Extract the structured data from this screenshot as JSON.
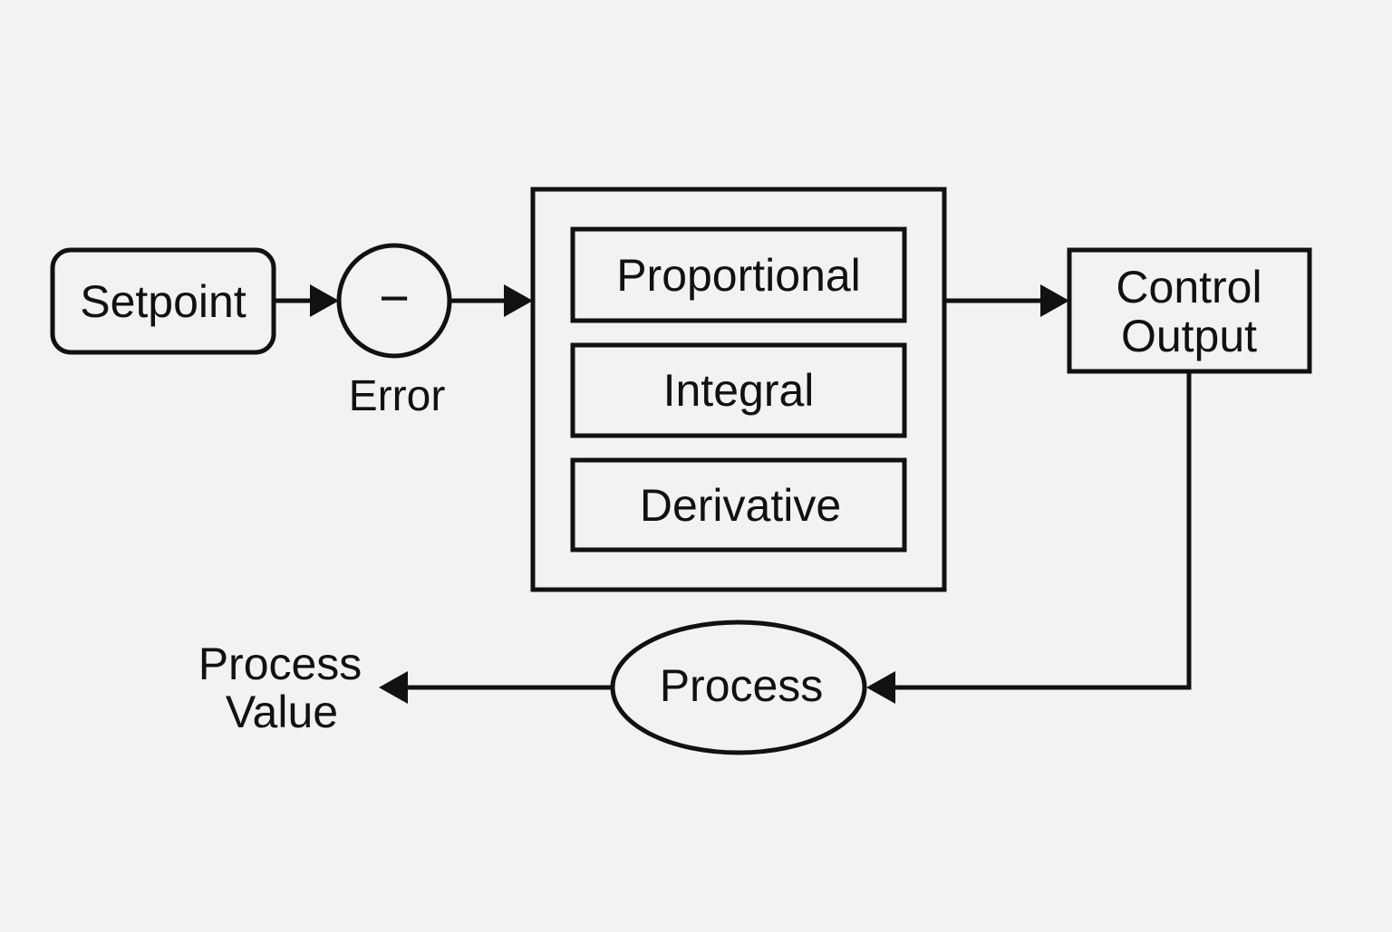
{
  "colors": {
    "background": "#f2f2f2",
    "stroke": "#111111"
  },
  "nodes": {
    "setpoint": "Setpoint",
    "summing_junction_symbol": "−",
    "error": "Error",
    "proportional": "Proportional",
    "integral": "Integral",
    "derivative": "Derivative",
    "control_output": {
      "line1": "Control",
      "line2": "Output"
    },
    "process": "Process",
    "process_value": {
      "line1": "Process",
      "line2": "Value"
    }
  }
}
